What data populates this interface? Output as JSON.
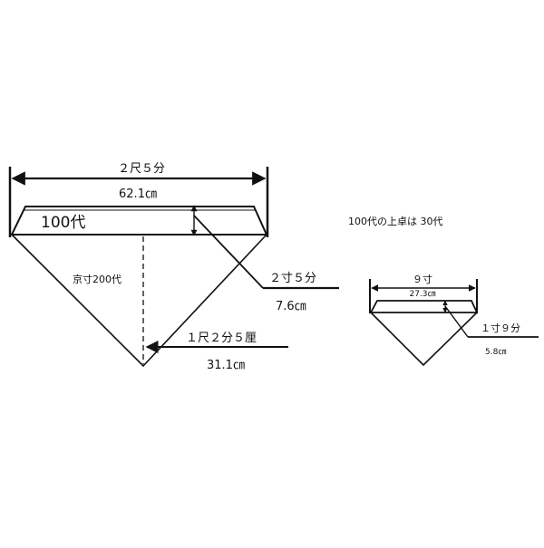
{
  "large_table": {
    "width_shaku": "２尺５分",
    "width_cm": "62.1㎝",
    "label": "100代",
    "depth_label": "京寸200代",
    "height_sun": "２寸５分",
    "height_cm": "7.6㎝",
    "side_shaku": "１尺２分５厘",
    "side_cm": "31.1㎝"
  },
  "note": "100代の上卓は 30代",
  "small_table": {
    "width_sun": "９寸",
    "width_cm": "27.3㎝",
    "height_sun": "１寸９分",
    "height_cm": "5.8㎝"
  },
  "colors": {
    "ink": "#111111",
    "paper": "#ffffff"
  }
}
